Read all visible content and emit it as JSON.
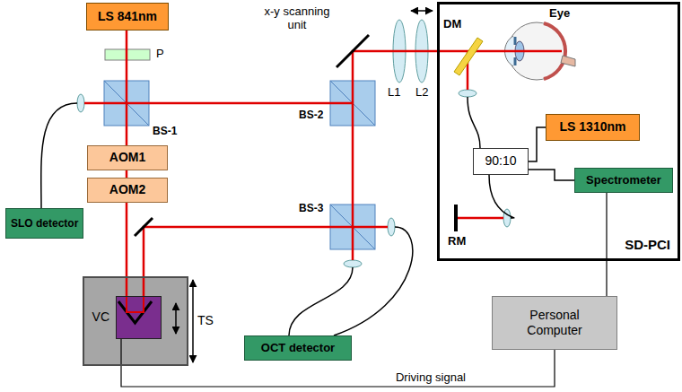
{
  "diagram": {
    "nodes": [
      {
        "text": [
          "LS 841nm"
        ]
      },
      {
        "text": [
          "SLO detector"
        ]
      },
      {
        "text": [
          "AOM1"
        ]
      },
      {
        "text": [
          "AOM2"
        ]
      },
      {
        "text": [
          "TS"
        ]
      },
      {
        "text": [
          "VC"
        ],
        "in": 4
      },
      {
        "text": [
          "OCT detector"
        ]
      },
      {
        "text": [
          "SD-PCI"
        ]
      },
      {
        "text": [
          "LS 1310nm"
        ],
        "in": 7
      },
      {
        "text": [
          "90:10"
        ],
        "in": 7
      },
      {
        "text": [
          "Spectrometer"
        ],
        "in": 7
      },
      {
        "text": [
          "Personal Computer"
        ]
      }
    ],
    "edges": [
      {
        "from": 0,
        "to": 2,
        "arrow": "none"
      },
      {
        "from": 2,
        "to": 3,
        "arrow": "none"
      },
      {
        "from": 3,
        "to": 5,
        "arrow": "none"
      },
      {
        "from": 8,
        "to": 9,
        "arrow": "none"
      },
      {
        "from": 9,
        "to": 10,
        "arrow": "none"
      },
      {
        "from": 10,
        "to": 11,
        "arrow": "none"
      },
      {
        "from": 11,
        "to": 5,
        "label": "Driving signal",
        "arrow": "none"
      }
    ],
    "labels": [
      "P",
      "BS-1",
      "x-y scanning unit",
      "BS-2",
      "L1",
      "L2",
      "DM",
      "Eye",
      "BS-3",
      "RM"
    ]
  }
}
